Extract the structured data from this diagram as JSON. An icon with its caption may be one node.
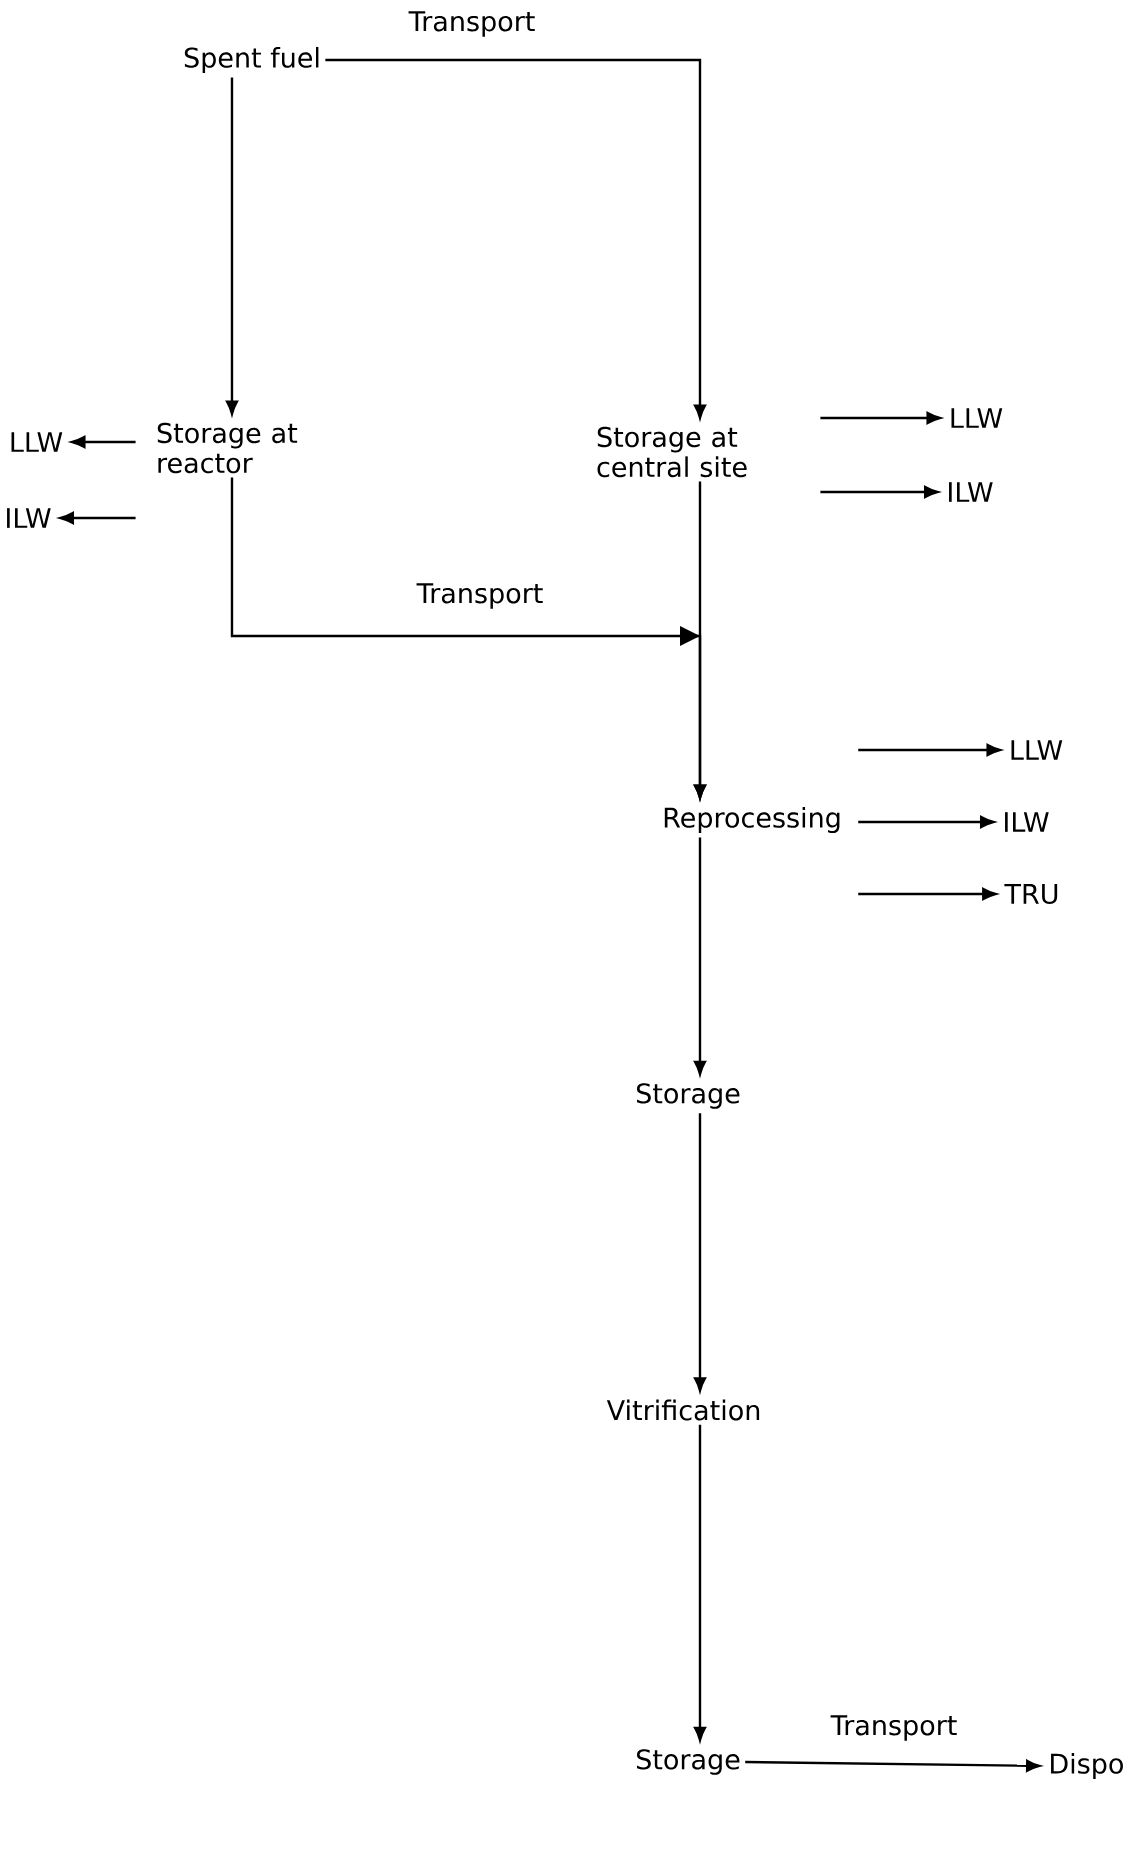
{
  "diagram": {
    "nodes": [
      {
        "text": [
          "Spent fuel"
        ]
      },
      {
        "text": [
          "Storage at reactor"
        ]
      },
      {
        "text": [
          "Storage at central site"
        ]
      },
      {
        "text": [
          "LLW"
        ]
      },
      {
        "text": [
          "ILW"
        ]
      },
      {
        "text": [
          "LLW"
        ]
      },
      {
        "text": [
          "ILW"
        ]
      },
      {
        "text": [
          "Reprocessing"
        ]
      },
      {
        "text": [
          "LLW"
        ]
      },
      {
        "text": [
          "ILW"
        ]
      },
      {
        "text": [
          "TRU"
        ]
      },
      {
        "text": [
          "Storage"
        ]
      },
      {
        "text": [
          "Vitrification"
        ]
      },
      {
        "text": [
          "Storage"
        ]
      },
      {
        "text": [
          "Dispo"
        ]
      }
    ],
    "edges": [
      {
        "from": 0,
        "to": 1,
        "arrow": "to"
      },
      {
        "from": 0,
        "to": 2,
        "arrow": "to",
        "label": "Transport"
      },
      {
        "from": 1,
        "to": 3,
        "arrow": "to"
      },
      {
        "from": 1,
        "to": 4,
        "arrow": "to"
      },
      {
        "from": 2,
        "to": 5,
        "arrow": "to"
      },
      {
        "from": 2,
        "to": 6,
        "arrow": "to"
      },
      {
        "from": 1,
        "to": 7,
        "arrow": "to",
        "label": "Transport"
      },
      {
        "from": 2,
        "to": 7,
        "arrow": "to"
      },
      {
        "from": 7,
        "to": 8,
        "arrow": "to"
      },
      {
        "from": 7,
        "to": 9,
        "arrow": "to"
      },
      {
        "from": 7,
        "to": 10,
        "arrow": "to"
      },
      {
        "from": 7,
        "to": 11,
        "arrow": "to"
      },
      {
        "from": 11,
        "to": 12,
        "arrow": "to"
      },
      {
        "from": 12,
        "to": 13,
        "arrow": "to"
      },
      {
        "from": 13,
        "to": 14,
        "arrow": "to",
        "label": "Transport"
      }
    ]
  }
}
